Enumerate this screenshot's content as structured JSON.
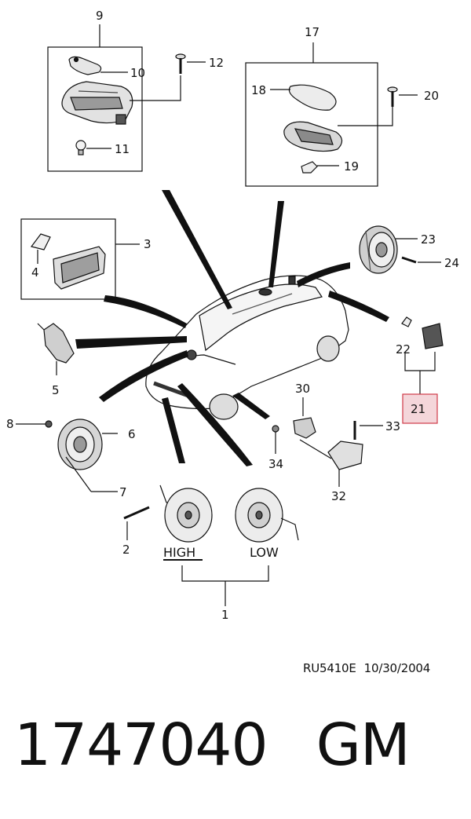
{
  "callouts": {
    "c1": "1",
    "c2": "2",
    "c3": "3",
    "c4": "4",
    "c5": "5",
    "c6": "6",
    "c7": "7",
    "c8": "8",
    "c9": "9",
    "c10": "10",
    "c11": "11",
    "c12": "12",
    "c17": "17",
    "c18": "18",
    "c19": "19",
    "c20": "20",
    "c21": "21",
    "c22": "22",
    "c23": "23",
    "c24": "24",
    "c30": "30",
    "c32": "32",
    "c33": "33",
    "c34": "34"
  },
  "horn_labels": {
    "high": "HIGH",
    "low": "LOW"
  },
  "reference": {
    "code": "RU5410E",
    "date": "10/30/2004"
  },
  "part": {
    "number": "1747040",
    "brand": "GM"
  },
  "colors": {
    "highlight_fill": "#f4d6da",
    "highlight_border": "#d03a48",
    "line": "#111111"
  },
  "icons": [
    "dome-lamp-icon",
    "bulb-icon",
    "screw-icon",
    "vanity-lamp-icon",
    "speaker-icon",
    "horn-icon",
    "car-icon",
    "sensor-icon",
    "bracket-icon",
    "nut-icon"
  ]
}
